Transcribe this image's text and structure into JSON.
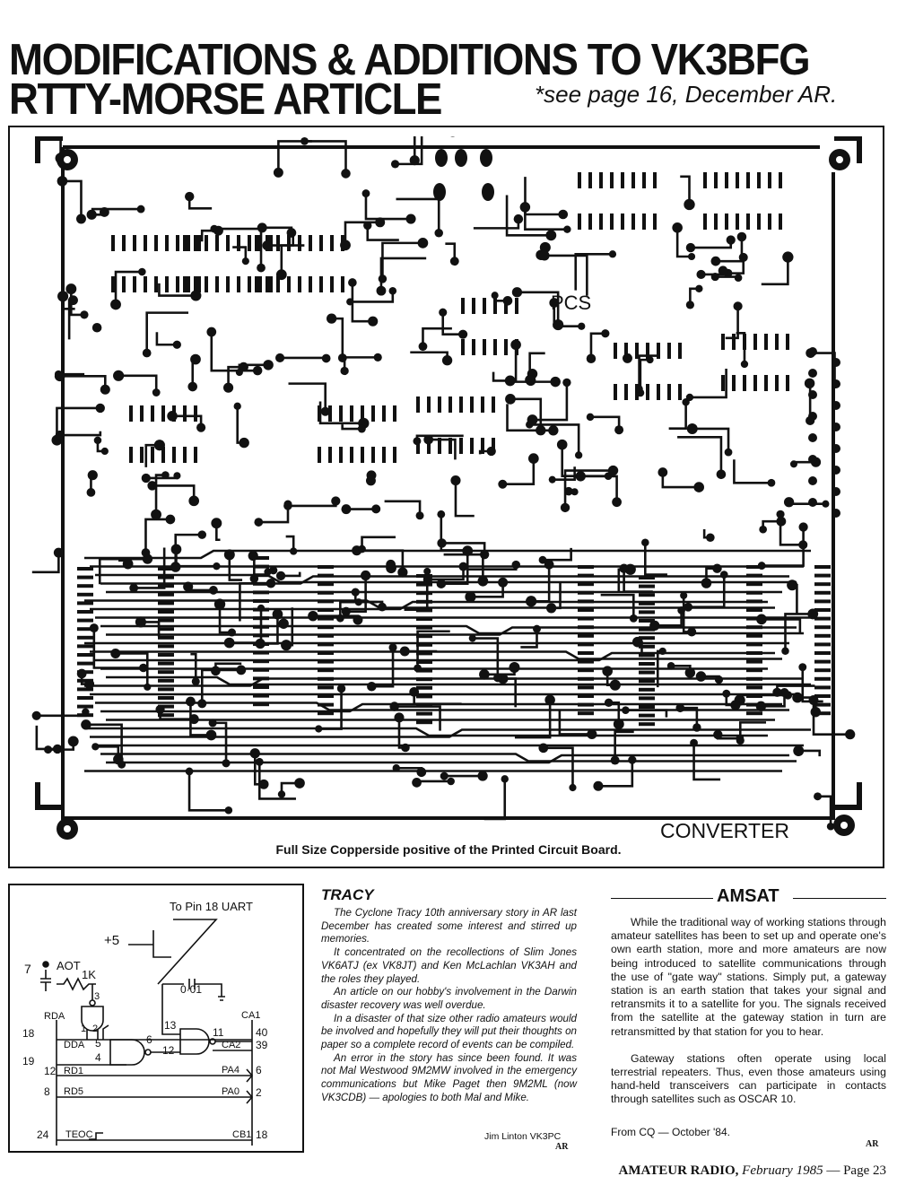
{
  "header": {
    "title_line1": "MODIFICATIONS & ADDITIONS TO VK3BFG",
    "title_line2": "RTTY-MORSE ARTICLE",
    "see_page": "*see page 16, December AR."
  },
  "pcb": {
    "label_pcs": "PCS",
    "label_converter": "CONVERTER",
    "caption": "Full Size Copperside positive of the Printed Circuit Board."
  },
  "schematic": {
    "to_pin_label": "To Pin 18 UART",
    "supply_label": "+5",
    "cap_value": "0·01",
    "aot_label": "AOT",
    "res_value": "1K",
    "cap_pin": "7",
    "gate1_pins": {
      "top": "3",
      "left": "1",
      "right": "2"
    },
    "gate2_pins": {
      "in_a": "5",
      "in_b": "4",
      "out": "6"
    },
    "gate3_pins": {
      "in_a": "13",
      "in_b": "12",
      "out": "11"
    },
    "left_pins": [
      {
        "num": "18",
        "name": "RDA"
      },
      {
        "num": "19",
        "name": "DDA"
      },
      {
        "num": "12",
        "name": "RD1"
      },
      {
        "num": "8",
        "name": "RD5"
      },
      {
        "num": "24",
        "name": "TEOC"
      }
    ],
    "right_pins": [
      {
        "num": "40",
        "name": "CA1"
      },
      {
        "num": "39",
        "name": "CA2"
      },
      {
        "num": "6",
        "name": "PA4"
      },
      {
        "num": "2",
        "name": "PA0"
      },
      {
        "num": "18",
        "name": "CB1"
      }
    ]
  },
  "tracy": {
    "heading": "TRACY",
    "paragraphs": [
      "The Cyclone Tracy 10th anniversary story in AR last December has created some interest and stirred up memories.",
      "It concentrated on the recollections of Slim Jones VK6ATJ (ex VK8JT) and Ken McLachlan VK3AH and the roles they played.",
      "An article on our hobby's involvement in the Darwin disaster recovery was well overdue.",
      "In a disaster of that size other radio amateurs would be involved and hopefully they will put their thoughts on paper so a complete record of events can be compiled.",
      "An error in the story has since been found. It was not Mal Westwood 9M2MW involved in the emergency communications but Mike Paget then 9M2ML (now VK3CDB) — apologies to both Mal and Mike."
    ],
    "author": "Jim Linton VK3PC",
    "end_mark": "AR"
  },
  "amsat": {
    "heading": "AMSAT",
    "paragraphs": [
      "While the traditional way of working stations through amateur satellites has been to set up and operate one's own earth station, more and more amateurs are now being introduced to satellite communications through the use of \"gate way\" stations. Simply put, a gateway station is an earth station that takes your signal and retransmits it to a satellite for you. The signals received from the satellite at the gateway station in turn are retransmitted by that station for you to hear.",
      "Gateway stations often operate using local terrestrial repeaters. Thus, even those amateurs using hand-held transceivers can participate in contacts through satellites such as OSCAR 10."
    ],
    "source": "From CQ — October '84.",
    "end_mark": "AR"
  },
  "footer": {
    "publication": "AMATEUR RADIO,",
    "date": "February 1985",
    "page": "— Page 23"
  }
}
